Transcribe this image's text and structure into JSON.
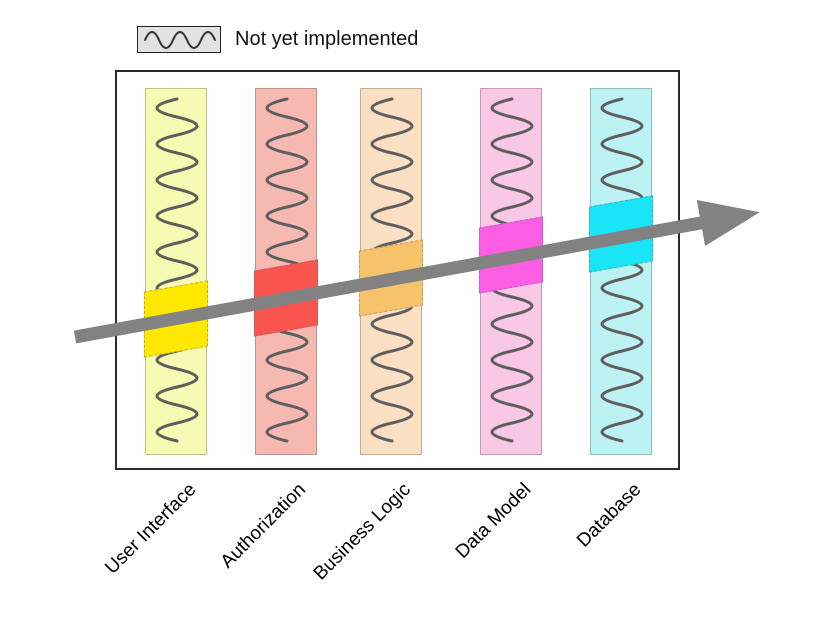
{
  "legend": {
    "label": "Not yet implemented"
  },
  "columns": [
    {
      "label": "User Interface",
      "bar_color": "#f6fab2",
      "highlight_color": "#ffe800"
    },
    {
      "label": "Authorization",
      "bar_color": "#f6b9b1",
      "highlight_color": "#f9554e"
    },
    {
      "label": "Business Logic",
      "bar_color": "#fadfc3",
      "highlight_color": "#f6c36a"
    },
    {
      "label": "Data Model",
      "bar_color": "#f9c8e6",
      "highlight_color": "#fb5de4"
    },
    {
      "label": "Database",
      "bar_color": "#bcf2f4",
      "highlight_color": "#19e5f6"
    }
  ],
  "colors": {
    "arrow": "#828282",
    "squiggle": "#5f5f5f",
    "legend_squiggle": "#333333",
    "box_border": "#2b2b2b"
  }
}
